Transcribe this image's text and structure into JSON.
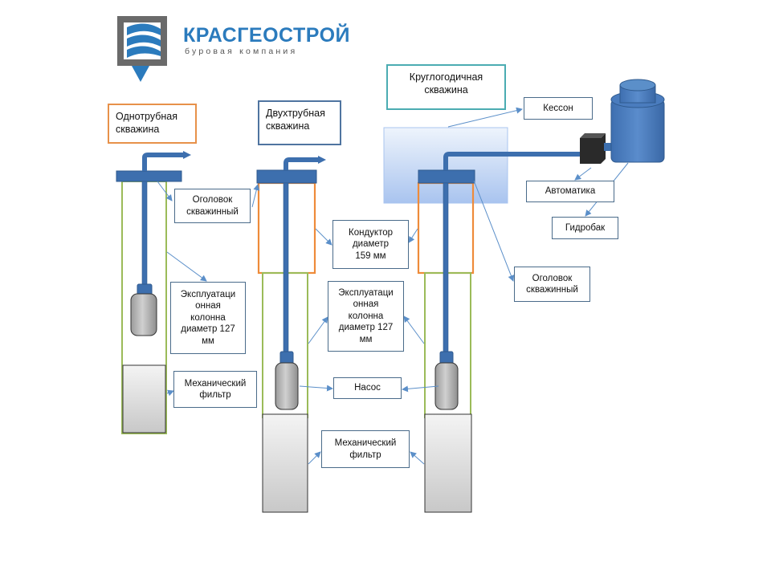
{
  "logo": {
    "title": "КРАСГЕОСТРОЙ",
    "subtitle": "буровая компания"
  },
  "headers": {
    "single": "Однотрубная\nскважина",
    "double": "Двухтрубная\nскважина",
    "yearround": "Круглогодичная\nскважина"
  },
  "labels": {
    "head1": "Оголовок\nскважинный",
    "column1": "Эксплуатаци\nонная\nколонна\nдиаметр 127\nмм",
    "filter1": "Механический\nфильтр",
    "conductor": "Кондуктор\nдиаметр\n159 мм",
    "column2": "Эксплуатаци\nонная\nколонна\nдиаметр 127\nмм",
    "pump": "Насос",
    "filter2": "Механический\nфильтр",
    "caisson": "Кессон",
    "automation": "Автоматика",
    "tank": "Гидробак",
    "head2": "Оголовок\nскважинный"
  },
  "colors": {
    "pipe": "#3d6fae",
    "pipe_dark": "#2f5a8e",
    "conductor_border": "#ee8b3a",
    "column_border": "#9bbb59",
    "arrow": "#5b8fc9",
    "logo_blue": "#2b7bbd"
  }
}
